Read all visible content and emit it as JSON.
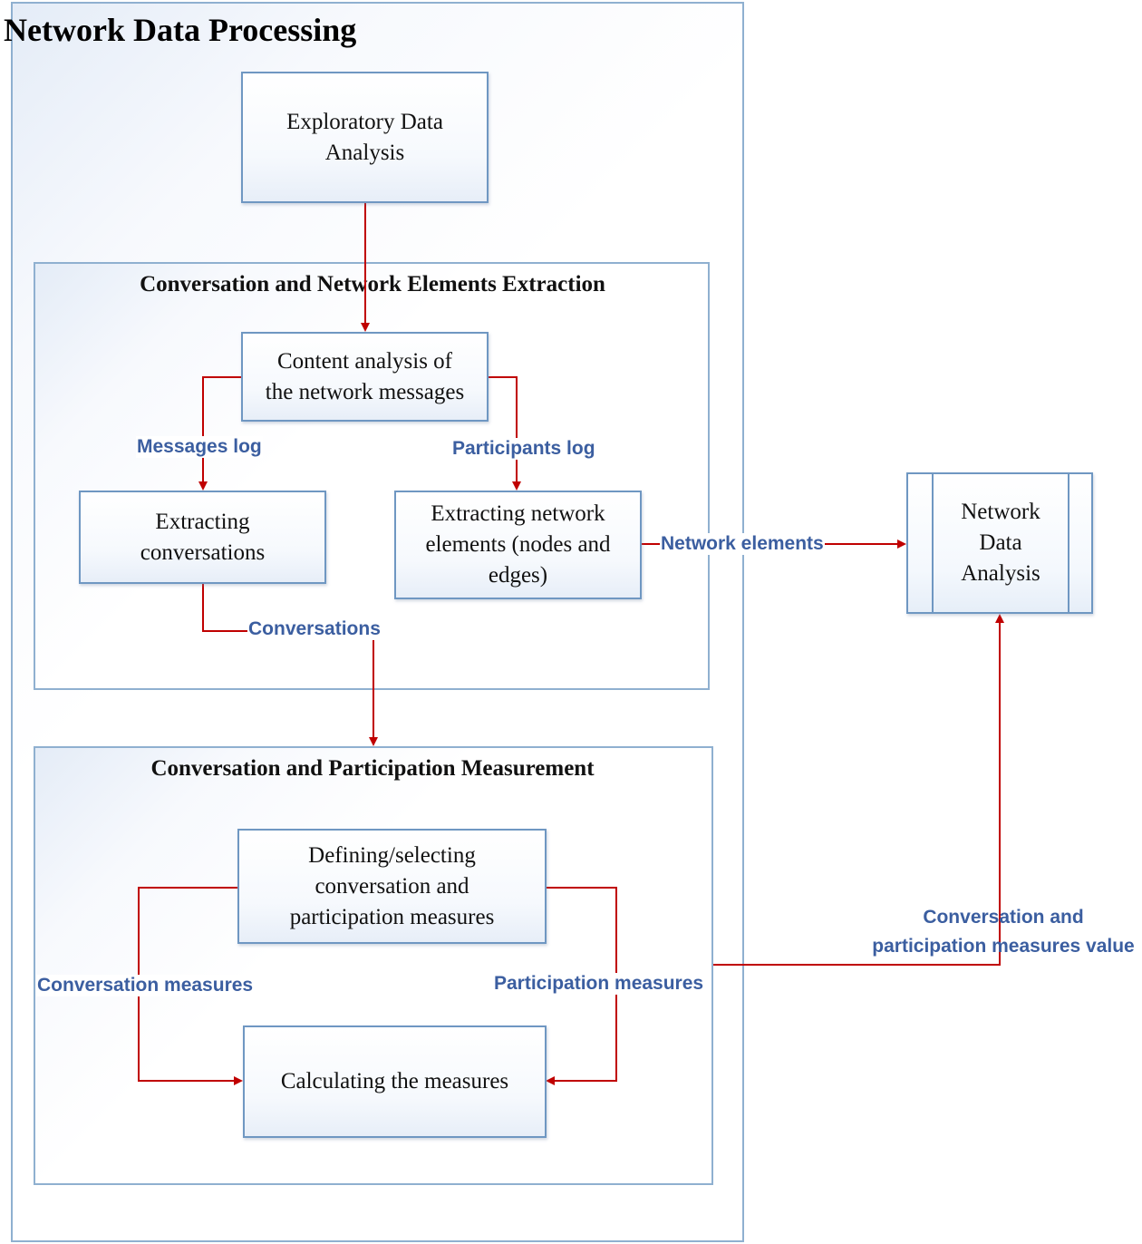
{
  "title": "Network Data Processing",
  "panels": {
    "extraction": "Conversation and Network Elements Extraction",
    "measurement": "Conversation and Participation Measurement"
  },
  "boxes": {
    "exploratory": "Exploratory Data\nAnalysis",
    "content_analysis": "Content analysis of\nthe network  messages",
    "extracting_conversations": "Extracting\nconversations",
    "extracting_network": "Extracting network\nelements (nodes and\nedges)",
    "defining_measures": "Defining/selecting\nconversation and\nparticipation measures",
    "calculating": "Calculating the measures",
    "network_analysis": "Network\nData\nAnalysis"
  },
  "labels": {
    "messages_log": "Messages log",
    "participants_log": "Participants log",
    "network_elements": "Network elements",
    "conversations": "Conversations",
    "conversation_measures": "Conversation measures",
    "participation_measures": "Participation measures",
    "measures_value": "Conversation and\nparticipation measures value"
  },
  "colors": {
    "arrow": "#c00000",
    "label_text": "#3b5ea0",
    "box_border": "#6f97c2",
    "panel_border": "#8fb0d0"
  }
}
